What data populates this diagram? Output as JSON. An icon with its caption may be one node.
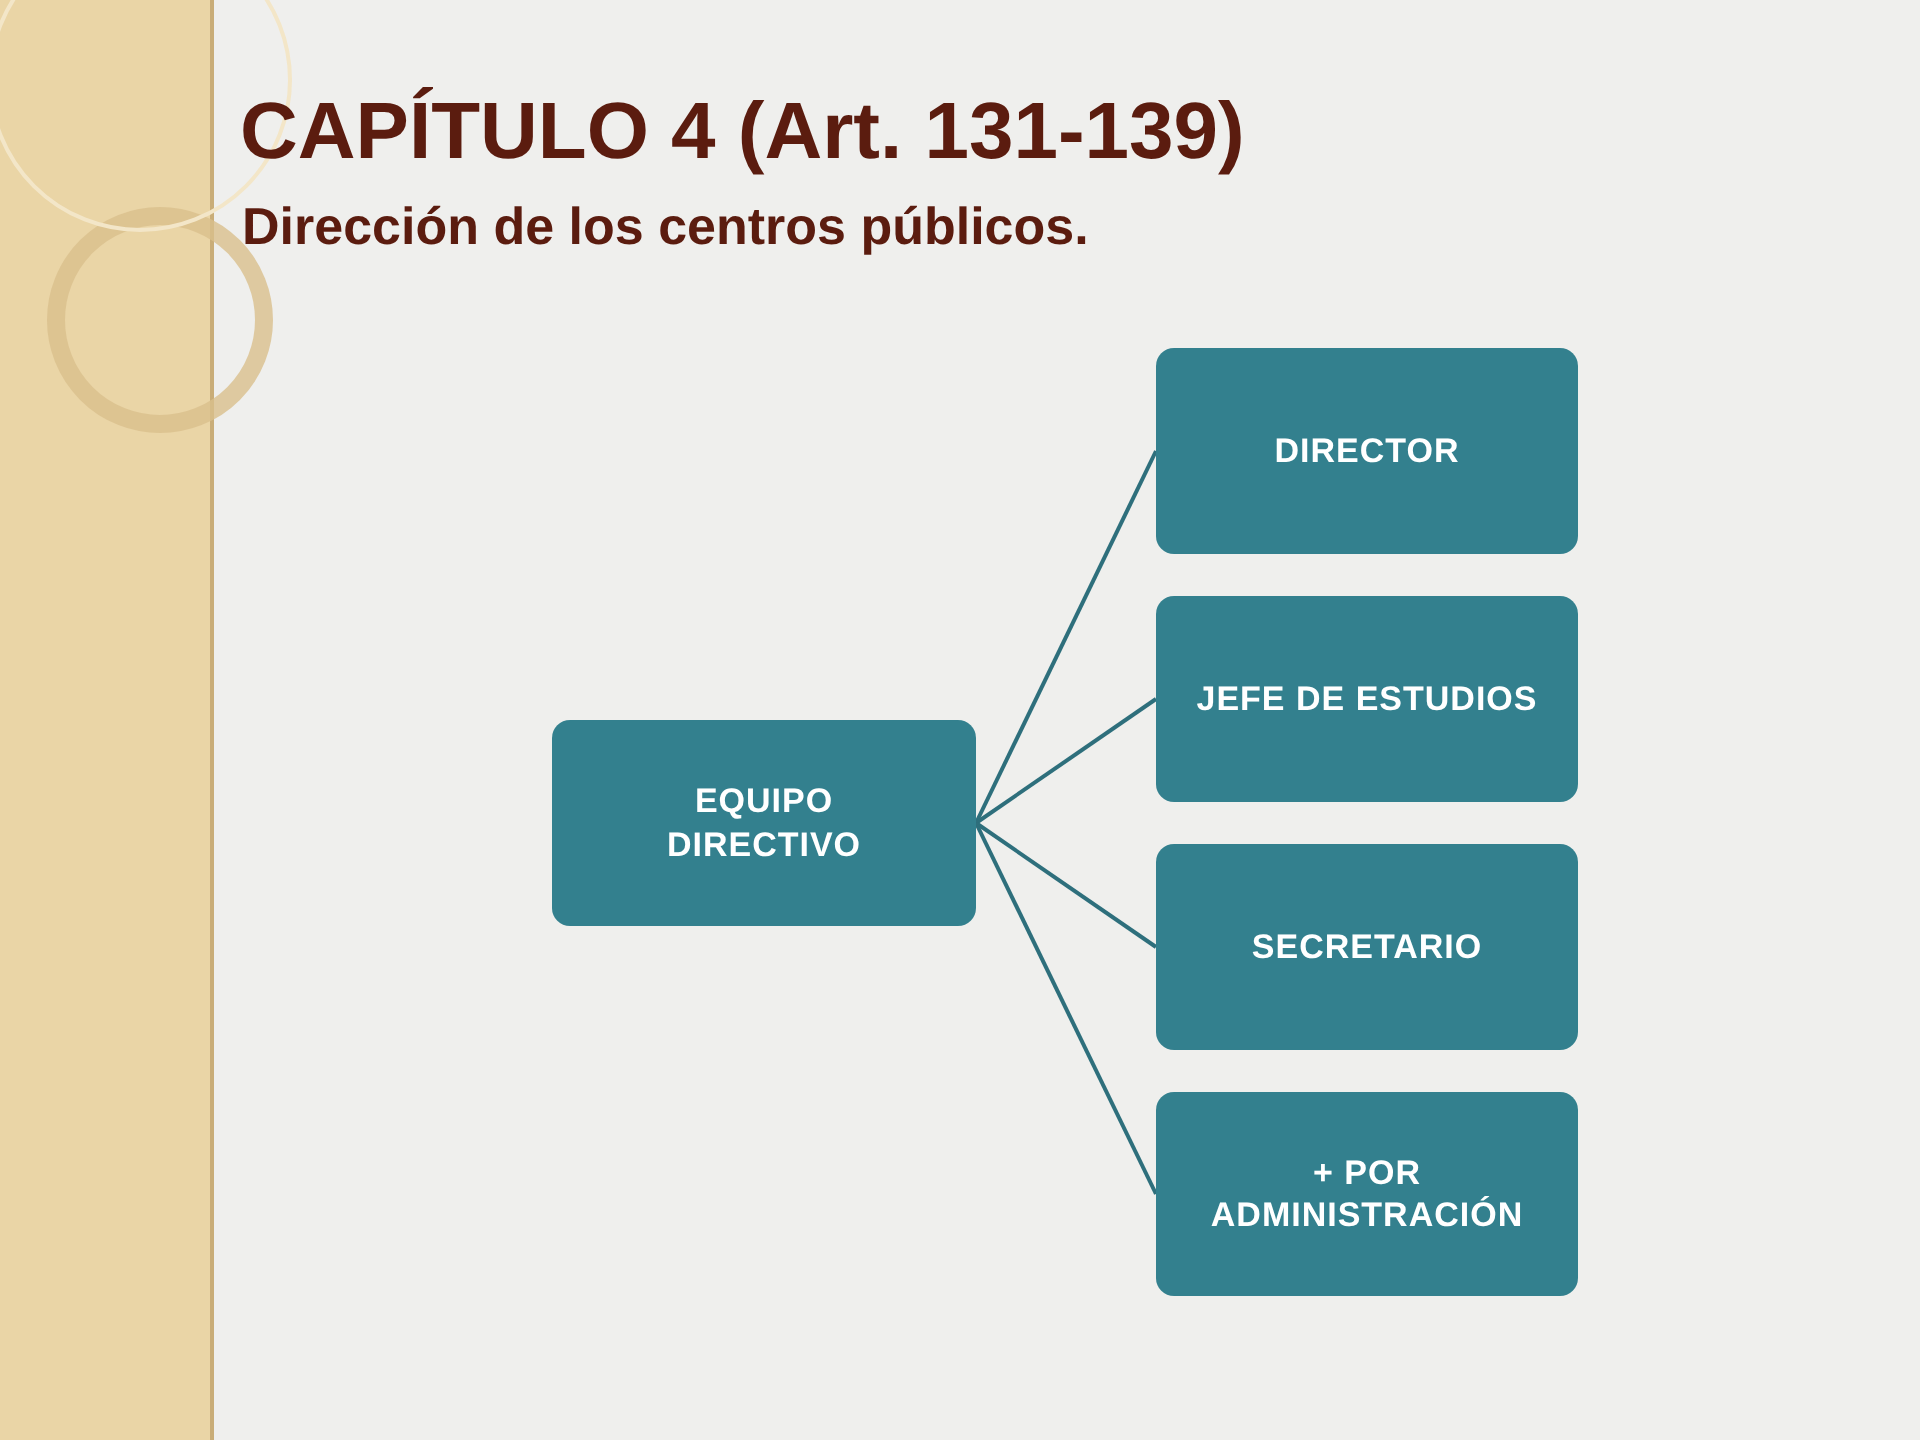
{
  "diagram": {
    "title": "CAPÍTULO 4 (Art. 131-139)",
    "caption": "Dirección de los centros públicos.",
    "nodes": [
      {
        "text": [
          "EQUIPO DIRECTIVO"
        ]
      },
      {
        "text": [
          "DIRECTOR"
        ]
      },
      {
        "text": [
          "JEFE DE ESTUDIOS"
        ]
      },
      {
        "text": [
          "SECRETARIO"
        ]
      },
      {
        "text": [
          "+ POR ADMINISTRACIÓN"
        ]
      }
    ],
    "edges": [
      {
        "from": 0,
        "to": 1,
        "arrow": "none"
      },
      {
        "from": 0,
        "to": 2,
        "arrow": "none"
      },
      {
        "from": 0,
        "to": 3,
        "arrow": "none"
      },
      {
        "from": 0,
        "to": 4,
        "arrow": "none"
      }
    ]
  }
}
